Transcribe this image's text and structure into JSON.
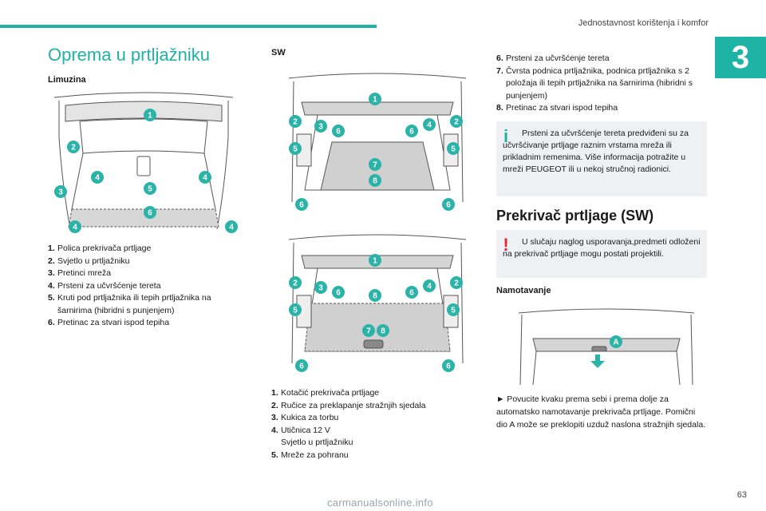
{
  "header": {
    "title": "Jednostavnost korištenja i komfor",
    "chapter": "3",
    "page_number": "63"
  },
  "left": {
    "title": "Oprema u prtljažniku",
    "limuzina_heading": "Limuzina",
    "items": [
      {
        "n": "1.",
        "t": "Polica prekrivača prtljage"
      },
      {
        "n": "2.",
        "t": "Svjetlo u prtljažniku"
      },
      {
        "n": "3.",
        "t": "Pretinci mreža"
      },
      {
        "n": "4.",
        "t": "Prsteni za učvršćenje tereta"
      },
      {
        "n": "5.",
        "t": "Kruti pod prtljažnika ili tepih prtljažnika na šarnirima (hibridni s punjenjem)"
      },
      {
        "n": "6.",
        "t": "Pretinac za stvari ispod tepiha"
      }
    ]
  },
  "middle": {
    "sw_heading": "SW",
    "items": [
      {
        "n": "1.",
        "t": "Kotačić prekrivača prtljage"
      },
      {
        "n": "2.",
        "t": "Ručice za preklapanje stražnjih sjedala"
      },
      {
        "n": "3.",
        "t": "Kukica za torbu"
      },
      {
        "n": "4.",
        "t": "Utičnica 12 V"
      },
      {
        "n": "",
        "t": "Svjetlo u prtljažniku"
      },
      {
        "n": "5.",
        "t": "Mreže za pohranu"
      }
    ]
  },
  "right": {
    "items": [
      {
        "n": "6.",
        "t": "Prsteni za učvršćenje tereta"
      },
      {
        "n": "7.",
        "t": "Čvrsta podnica prtljažnika, podnica prtljažnika s 2 položaja ili tepih prtljažnika na šarnirima (hibridni s punjenjem)"
      },
      {
        "n": "8.",
        "t": "Pretinac za stvari ispod tepiha"
      }
    ],
    "info_note": "Prsteni za učvršćenje tereta predviđeni su za učvršćivanje prtljage raznim vrstama mreža ili prikladnim remenima. Više informacija potražite u mreži PEUGEOT ili u nekoj stručnoj radionici.",
    "section_title": "Prekrivač prtljage (SW)",
    "warning_note": "U slučaju naglog usporavanja,predmeti odloženi na prekrivač prtljage mogu postati projektili.",
    "namotavanje_heading": "Namotavanje",
    "instruction": "► Povucite kvaku prema sebi i prema dolje za automatsko namotavanje prekrivača prtljage. Pomični dio A može se preklopiti uzduž naslona stražnjih sjedala.",
    "callout_a": "A"
  },
  "figure_labels": {
    "limuzina": [
      "1",
      "2",
      "3",
      "4",
      "4",
      "5",
      "6",
      "4",
      "4"
    ],
    "sw1": [
      "1",
      "2",
      "3",
      "6",
      "6",
      "4",
      "2",
      "5",
      "5",
      "7",
      "8",
      "6",
      "6"
    ],
    "sw2": [
      "1",
      "2",
      "3",
      "6",
      "8",
      "6",
      "4",
      "2",
      "5",
      "5",
      "7",
      "8",
      "6",
      "6"
    ]
  },
  "colors": {
    "accent": "#1fb3a6",
    "callout": "#2bb3a8",
    "info_icon": "#1fb3a6",
    "warning_icon": "#e3262f",
    "note_bg": "#eef0f3"
  },
  "watermark": "carmanualsonline.info"
}
